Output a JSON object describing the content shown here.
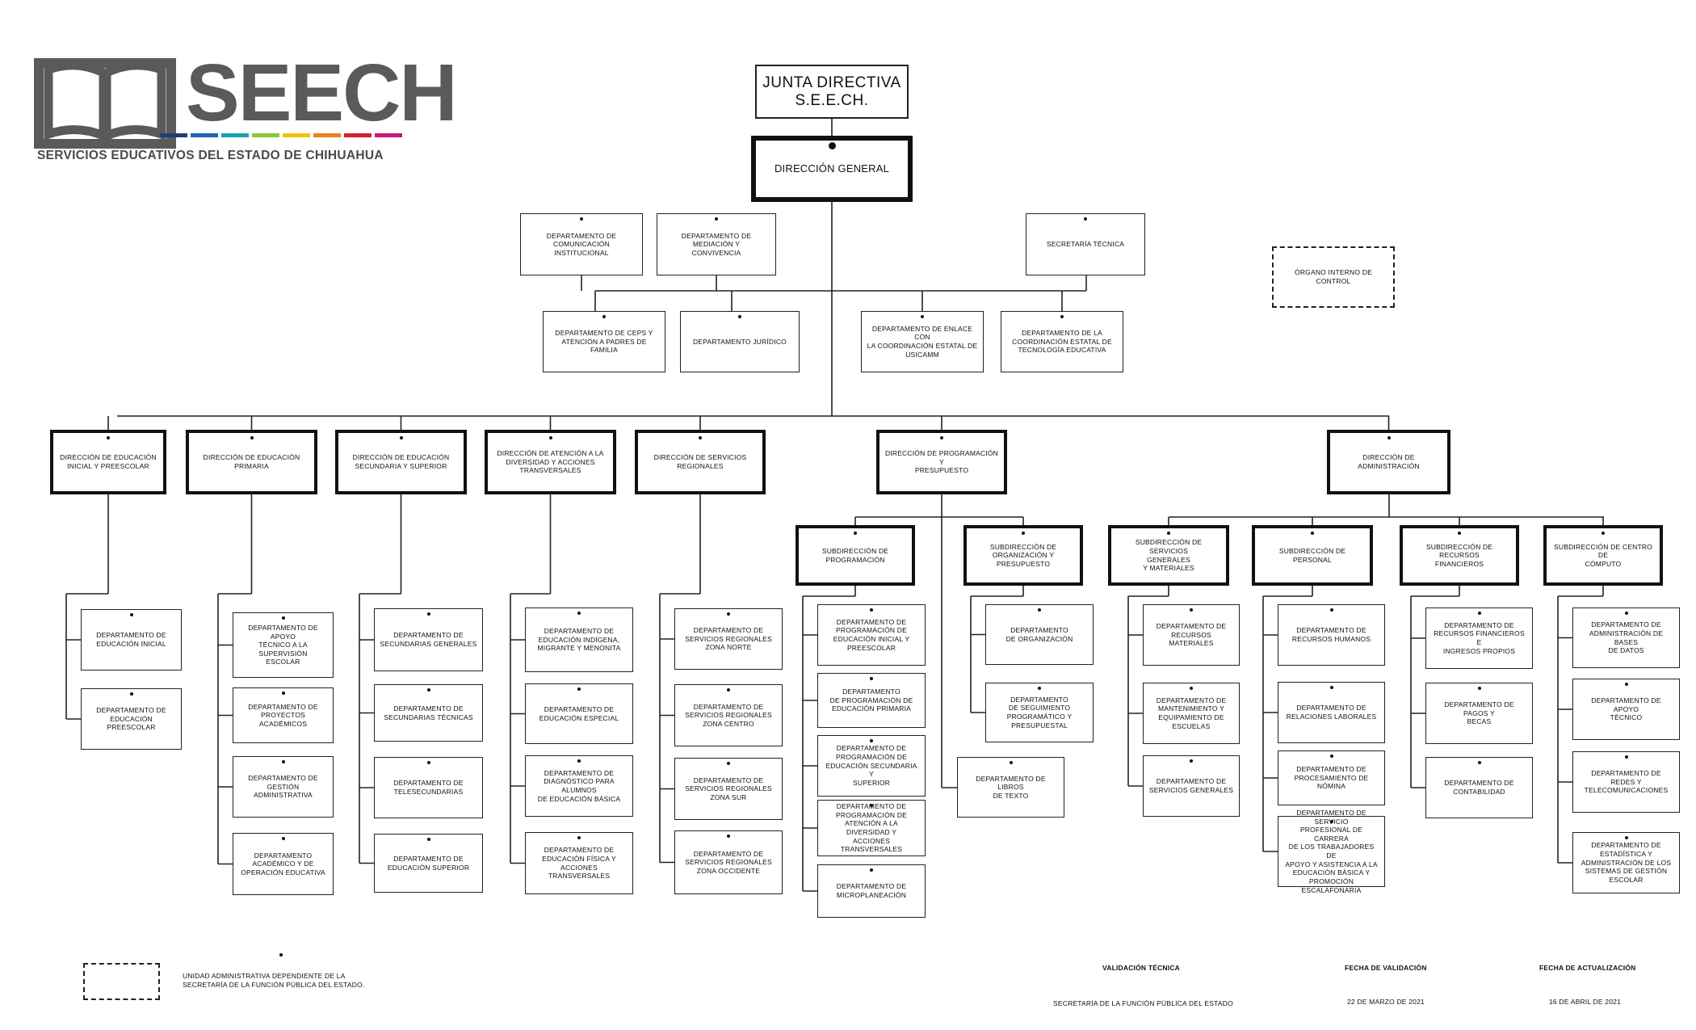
{
  "logo": {
    "name": "SEECH",
    "subtitle": "SERVICIOS EDUCATIVOS DEL ESTADO DE CHIHUAHUA",
    "bar_colors": [
      "#1f3d7a",
      "#2265b0",
      "#1aa0b4",
      "#8cc63f",
      "#f2c200",
      "#e8821e",
      "#d71f2b",
      "#c8197c"
    ]
  },
  "chart": {
    "junta": "JUNTA DIRECTIVA\nS.E.E.CH.",
    "direccion_general": "DIRECCIÓN GENERAL",
    "staff_top": [
      "DEPARTAMENTO DE\nCOMUNICACIÓN INSTITUCIONAL",
      "DEPARTAMENTO DE MEDIACIÓN Y\nCONVIVENCIA",
      "SECRETARÍA TÉCNICA"
    ],
    "organo": "ÓRGANO INTERNO DE CONTROL",
    "staff_low": [
      "DEPARTAMENTO DE CEPS Y\nATENCIÓN A PADRES DE FAMILIA",
      "DEPARTAMENTO JURÍDICO",
      "DEPARTAMENTO DE ENLACE CON\nLA COORDINACIÓN ESTATAL DE\nUSICAMM",
      "DEPARTAMENTO DE LA\nCOORDINACIÓN ESTATAL DE\nTECNOLOGÍA EDUCATIVA"
    ],
    "direcciones": [
      "DIRECCIÓN DE EDUCACIÓN\nINICIAL Y PREESCOLAR",
      "DIRECCIÓN DE EDUCACIÓN\nPRIMARIA",
      "DIRECCIÓN DE EDUCACIÓN\nSECUNDARIA Y SUPERIOR",
      "DIRECCIÓN DE ATENCIÓN A LA\nDIVERSIDAD Y ACCIONES\nTRANSVERSALES",
      "DIRECCIÓN DE SERVICIOS\nREGIONALES",
      "DIRECCIÓN DE PROGRAMACIÓN Y\nPRESUPUESTO",
      "DIRECCIÓN DE ADMINISTRACIÓN"
    ],
    "subdirecciones": [
      "SUBDIRECCIÓN DE\nPROGRAMACIÓN",
      "SUBDIRECCIÓN DE\nORGANIZACIÓN Y\nPRESUPUESTO",
      "SUBDIRECCIÓN DE SERVICIOS\nGENERALES\nY MATERIALES",
      "SUBDIRECCIÓN DE PERSONAL",
      "SUBDIRECCIÓN DE RECURSOS\nFINANCIEROS",
      "SUBDIRECCIÓN DE CENTRO DE\nCÓMPUTO"
    ],
    "dir_depts": [
      [
        "DEPARTAMENTO DE\nEDUCACIÓN INICIAL",
        "DEPARTAMENTO DE\nEDUCACIÓN PREESCOLAR"
      ],
      [
        "DEPARTAMENTO DE APOYO\nTÉCNICO A LA SUPERVISIÓN\nESCOLAR",
        "DEPARTAMENTO DE\nPROYECTOS ACADÉMICOS",
        "DEPARTAMENTO DE\nGESTIÓN ADMINISTRATIVA",
        "DEPARTAMENTO\nACADÉMICO Y DE\nOPERACIÓN EDUCATIVA"
      ],
      [
        "DEPARTAMENTO DE\nSECUNDARIAS GENERALES",
        "DEPARTAMENTO DE\nSECUNDARIAS TÉCNICAS",
        "DEPARTAMENTO DE\nTELESECUNDARIAS",
        "DEPARTAMENTO DE\nEDUCACIÓN SUPERIOR"
      ],
      [
        "DEPARTAMENTO DE\nEDUCACIÓN INDÍGENA,\nMIGRANTE Y MENONITA",
        "DEPARTAMENTO DE\nEDUCACIÓN ESPECIAL",
        "DEPARTAMENTO DE\nDIAGNÓSTICO PARA ALUMNOS\nDE EDUCACIÓN BÁSICA",
        "DEPARTAMENTO DE\nEDUCACIÓN FÍSICA Y\nACCIONES TRANSVERSALES"
      ],
      [
        "DEPARTAMENTO DE\nSERVICIOS REGIONALES\nZONA NORTE",
        "DEPARTAMENTO DE\nSERVICIOS REGIONALES\nZONA CENTRO",
        "DEPARTAMENTO DE\nSERVICIOS REGIONALES\nZONA SUR",
        "DEPARTAMENTO DE\nSERVICIOS REGIONALES\nZONA OCCIDENTE"
      ]
    ],
    "libros": "DEPARTAMENTO DE LIBROS\nDE TEXTO",
    "sub_depts": [
      [
        "DEPARTAMENTO DE\nPROGRAMACIÓN DE\nEDUCACIÓN INICIAL Y\nPREESCOLAR",
        "DEPARTAMENTO\nDE PROGRAMACIÓN DE\nEDUCACIÓN PRIMARIA",
        "DEPARTAMENTO DE\nPROGRAMACIÓN DE\nEDUCACIÓN SECUNDARIA Y\nSUPERIOR",
        "DEPARTAMENTO DE\nPROGRAMACIÓN DE\nATENCIÓN A LA DIVERSIDAD Y\nACCIONES TRANSVERSALES",
        "DEPARTAMENTO DE\nMICROPLANEACIÓN"
      ],
      [
        "DEPARTAMENTO\nDE ORGANIZACIÓN",
        "DEPARTAMENTO\nDE SEGUIMIENTO\nPROGRAMÁTICO Y\nPRESUPUESTAL"
      ],
      [
        "DEPARTAMENTO DE\nRECURSOS MATERIALES",
        "DEPARTAMENTO DE\nMANTENIMIENTO Y\nEQUIPAMIENTO DE\nESCUELAS",
        "DEPARTAMENTO DE\nSERVICIOS GENERALES"
      ],
      [
        "DEPARTAMENTO DE\nRECURSOS HUMANOS",
        "DEPARTAMENTO DE\nRELACIONES LABORALES",
        "DEPARTAMENTO DE\nPROCESAMIENTO DE NÓMINA",
        "DEPARTAMENTO DE SERVICIO\nPROFESIONAL DE CARRERA\nDE LOS TRABAJADORES DE\nAPOYO Y ASISTENCIA A LA\nEDUCACIÓN BÁSICA Y\nPROMOCIÓN ESCALAFONARIA"
      ],
      [
        "DEPARTAMENTO DE\nRECURSOS FINANCIEROS E\nINGRESOS PROPIOS",
        "DEPARTAMENTO DE PAGOS Y\nBECAS",
        "DEPARTAMENTO DE\nCONTABILIDAD"
      ],
      [
        "DEPARTAMENTO DE\nADMINISTRACIÓN DE BASES\nDE DATOS",
        "DEPARTAMENTO DE APOYO\nTÉCNICO",
        "DEPARTAMENTO DE REDES Y\nTELECOMUNICACIONES",
        "DEPARTAMENTO DE\nESTADÍSTICA Y\nADMINISTRACIÓN DE LOS\nSISTEMAS DE GESTIÓN\nESCOLAR"
      ]
    ]
  },
  "footer": {
    "legend": "UNIDAD ADMINISTRATIVA DEPENDIENTE DE LA\nSECRETARÍA DE LA FUNCIÓN PÚBLICA DEL ESTADO.",
    "validacion_label": "VALIDACIÓN TÉCNICA",
    "validacion_value": "SECRETARÍA DE LA FUNCIÓN PÚBLICA DEL ESTADO",
    "fecha_validacion_label": "FECHA DE VALIDACIÓN",
    "fecha_validacion_value": "22 DE MARZO DE 2021",
    "fecha_actualizacion_label": "FECHA DE ACTUALIZACIÓN",
    "fecha_actualizacion_value": "16 DE ABRIL DE 2021"
  }
}
